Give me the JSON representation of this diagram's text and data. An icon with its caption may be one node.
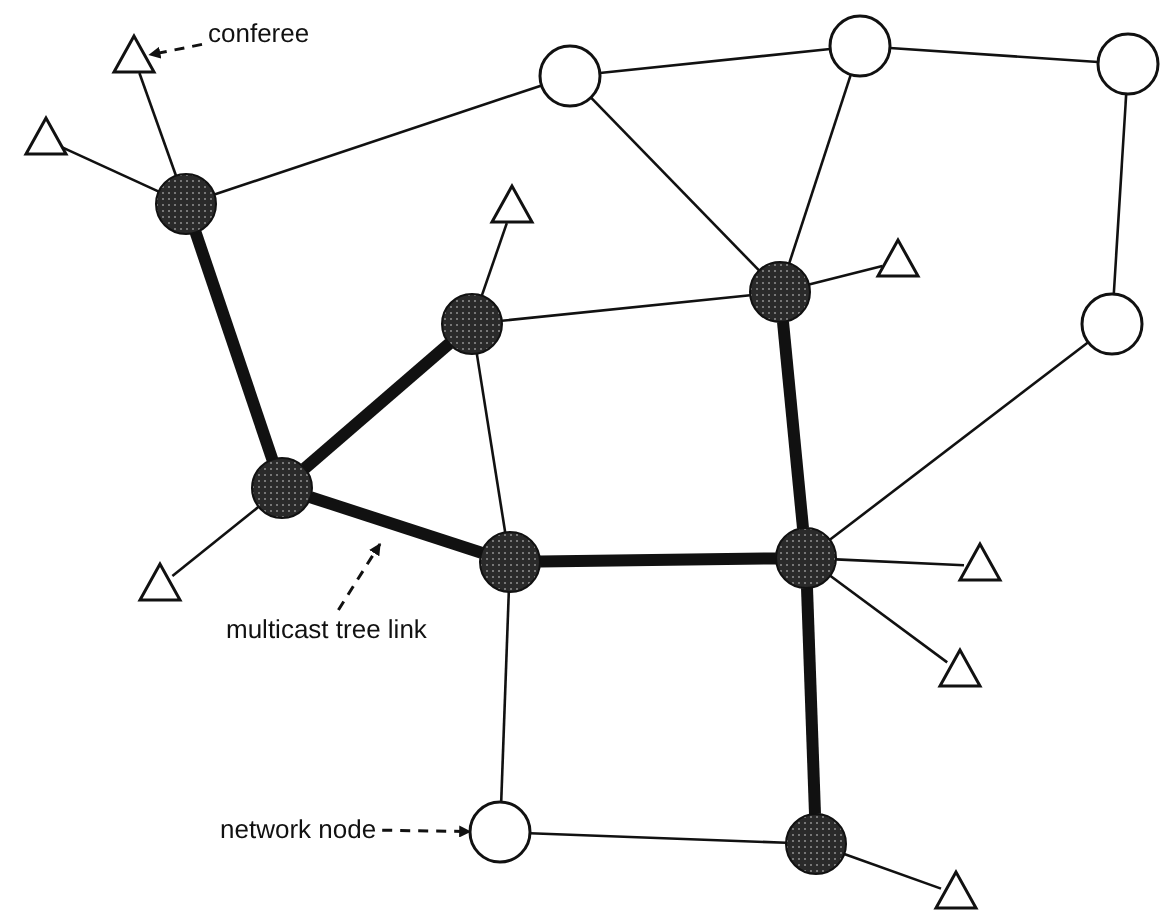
{
  "diagram": {
    "nodes": [
      {
        "text": [],
        "shape": "triangle"
      },
      {
        "text": [
          "conferee"
        ]
      },
      {
        "text": [],
        "shape": "circle"
      },
      {
        "text": [],
        "shape": "circle"
      },
      {
        "text": [],
        "shape": "circle"
      },
      {
        "text": [],
        "shape": "triangle"
      },
      {
        "text": [],
        "shape": "dot"
      },
      {
        "text": [],
        "shape": "triangle"
      },
      {
        "text": [],
        "shape": "dot"
      },
      {
        "text": [],
        "shape": "triangle"
      },
      {
        "text": [],
        "shape": "dot"
      },
      {
        "text": [],
        "shape": "circle"
      },
      {
        "text": [],
        "shape": "dot"
      },
      {
        "text": [],
        "shape": "dot"
      },
      {
        "text": [],
        "shape": "dot"
      },
      {
        "text": [],
        "shape": "triangle"
      },
      {
        "text": [
          "multicast tree link"
        ]
      },
      {
        "text": [],
        "shape": "triangle"
      },
      {
        "text": [],
        "shape": "triangle"
      },
      {
        "text": [
          "network node"
        ]
      },
      {
        "text": [],
        "shape": "circle"
      },
      {
        "text": [],
        "shape": "dot"
      },
      {
        "text": [],
        "shape": "triangle"
      }
    ],
    "edges": [
      {
        "from": 1,
        "to": 0,
        "arrow": "to",
        "style": "dashed"
      },
      {
        "from": 6,
        "to": 0,
        "arrow": "none"
      },
      {
        "from": 6,
        "to": 5,
        "arrow": "none"
      },
      {
        "from": 6,
        "to": 2,
        "arrow": "none"
      },
      {
        "from": 2,
        "to": 3,
        "arrow": "none"
      },
      {
        "from": 3,
        "to": 4,
        "arrow": "none"
      },
      {
        "from": 2,
        "to": 8,
        "arrow": "none"
      },
      {
        "from": 3,
        "to": 8,
        "arrow": "none"
      },
      {
        "from": 8,
        "to": 9,
        "arrow": "none"
      },
      {
        "from": 10,
        "to": 8,
        "arrow": "none"
      },
      {
        "from": 10,
        "to": 7,
        "arrow": "none"
      },
      {
        "from": 10,
        "to": 13,
        "arrow": "none"
      },
      {
        "from": 4,
        "to": 11,
        "arrow": "none"
      },
      {
        "from": 11,
        "to": 14,
        "arrow": "none"
      },
      {
        "from": 6,
        "to": 12,
        "arrow": "none",
        "style": "thick"
      },
      {
        "from": 12,
        "to": 10,
        "arrow": "none",
        "style": "thick"
      },
      {
        "from": 12,
        "to": 13,
        "arrow": "none",
        "style": "thick"
      },
      {
        "from": 12,
        "to": 17,
        "arrow": "none"
      },
      {
        "from": 13,
        "to": 14,
        "arrow": "none",
        "style": "thick"
      },
      {
        "from": 8,
        "to": 14,
        "arrow": "none",
        "style": "thick"
      },
      {
        "from": 14,
        "to": 15,
        "arrow": "none"
      },
      {
        "from": 14,
        "to": 18,
        "arrow": "none"
      },
      {
        "from": 14,
        "to": 21,
        "arrow": "none",
        "style": "thick"
      },
      {
        "from": 13,
        "to": 20,
        "arrow": "none"
      },
      {
        "from": 20,
        "to": 21,
        "arrow": "none"
      },
      {
        "from": 21,
        "to": 22,
        "arrow": "none"
      },
      {
        "from": 16,
        "to": null,
        "arrow": "to",
        "style": "dashed"
      },
      {
        "from": 19,
        "to": 20,
        "arrow": "to",
        "style": "dashed"
      }
    ]
  }
}
